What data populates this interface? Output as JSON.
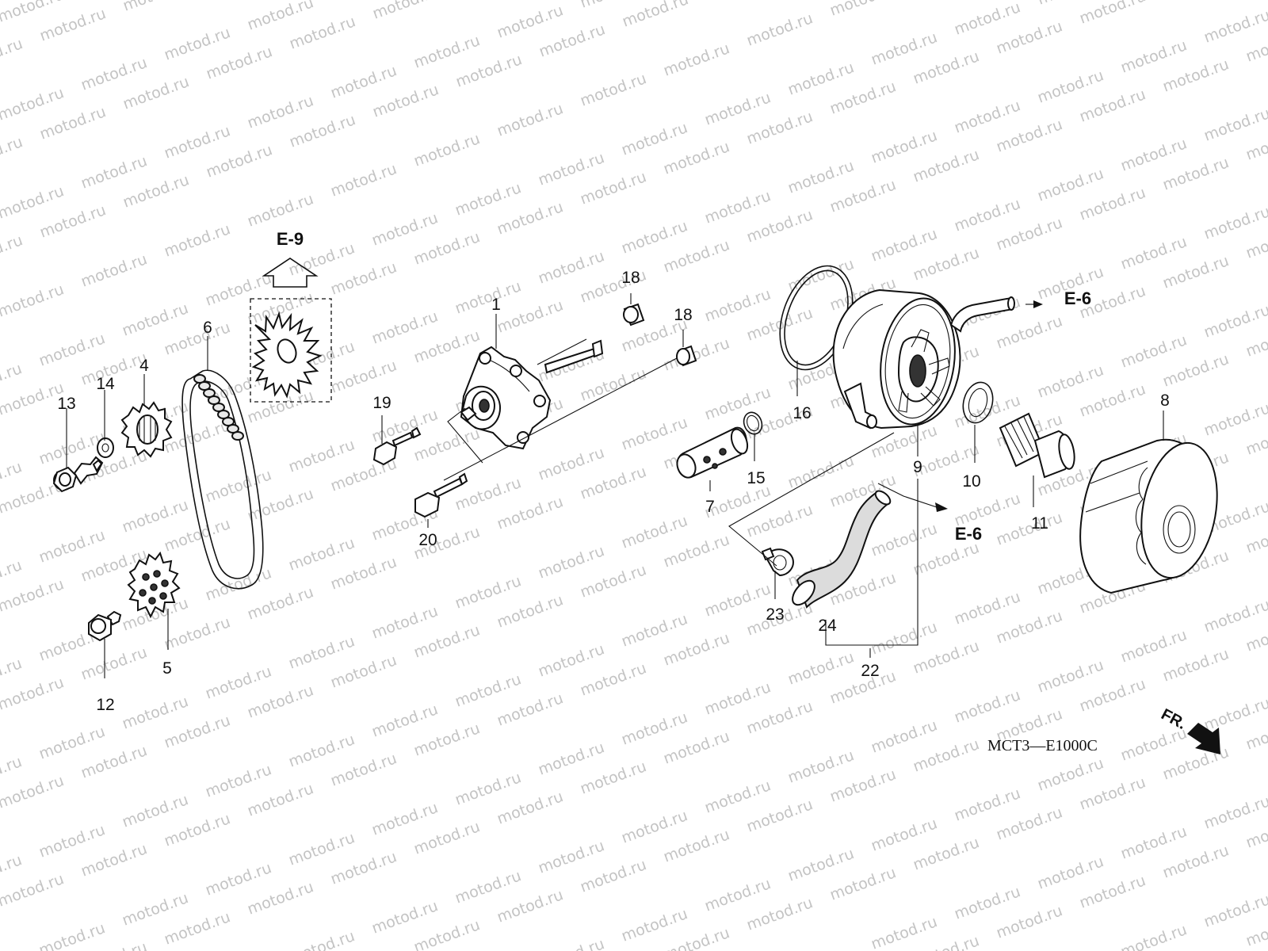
{
  "watermark": "motod.ru",
  "diagram_code": "MCT3—E1000C",
  "front_marker": "FR.",
  "references": {
    "e9": "E-9",
    "e6_top": "E-6",
    "e6_bottom": "E-6"
  },
  "callouts": {
    "c1": "1",
    "c4": "4",
    "c5": "5",
    "c6": "6",
    "c7": "7",
    "c8": "8",
    "c9": "9",
    "c10": "10",
    "c11": "11",
    "c12": "12",
    "c13": "13",
    "c14": "14",
    "c15": "15",
    "c16": "16",
    "c18a": "18",
    "c18b": "18",
    "c19": "19",
    "c20": "20",
    "c22": "22",
    "c23": "23",
    "c24": "24"
  }
}
